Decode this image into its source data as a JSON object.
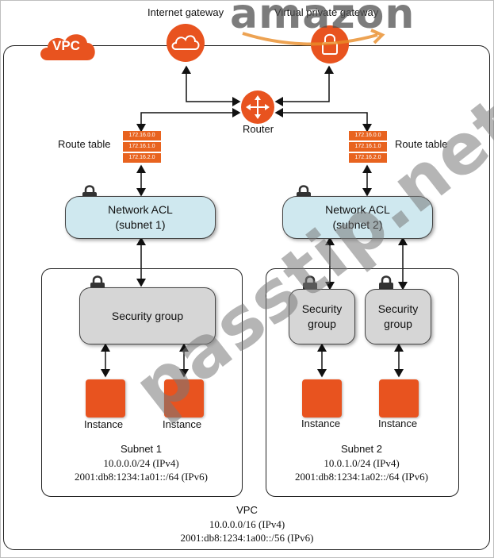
{
  "labels": {
    "internet_gateway": "Internet gateway",
    "virtual_private_gateway": "Virtual private gateway",
    "vpc_badge": "VPC",
    "router": "Router",
    "route_table_left": "Route table",
    "route_table_right": "Route table",
    "acl1_line1": "Network ACL",
    "acl1_line2": "(subnet 1)",
    "acl2_line1": "Network ACL",
    "acl2_line2": "(subnet 2)",
    "sg1": "Security group",
    "sg2_line1": "Security",
    "sg2_line2": "group",
    "sg3_line1": "Security",
    "sg3_line2": "group",
    "instance": "Instance",
    "subnet1_name": "Subnet 1",
    "subnet1_ipv4": "10.0.0.0/24 (IPv4)",
    "subnet1_ipv6": "2001:db8:1234:1a01::/64 (IPv6)",
    "subnet2_name": "Subnet 2",
    "subnet2_ipv4": "10.0.1.0/24 (IPv4)",
    "subnet2_ipv6": "2001:db8:1234:1a02::/64 (IPv6)",
    "vpc_name": "VPC",
    "vpc_ipv4": "10.0.0.0/16 (IPv4)",
    "vpc_ipv6": "2001:db8:1234:1a00::/56 (IPv6)"
  },
  "route_table_entries": [
    "172.16.0.0",
    "172.16.1.0",
    "172.16.2.0"
  ],
  "watermarks": {
    "amazon": "amazon",
    "passtip": "passtip.net"
  },
  "colors": {
    "aws_orange": "#e8531f",
    "acl_fill": "#cfe8ef",
    "security_group_fill": "#d6d6d6"
  }
}
